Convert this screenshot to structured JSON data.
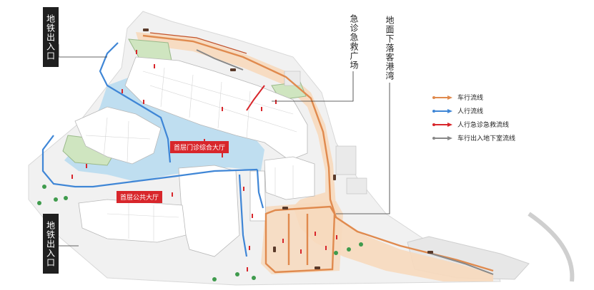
{
  "labels": {
    "metro_exit_top": "地铁出入口",
    "metro_exit_bottom": "地铁出入口",
    "emergency_plaza": "急诊急救广场",
    "drop_off_bay": "地面下落客港湾",
    "outpatient_hall": "首层门诊综合大厅",
    "public_hall": "首层公共大厅"
  },
  "legend": [
    {
      "label": "车行流线",
      "color": "#e08a4e",
      "arrow": "right"
    },
    {
      "label": "人行流线",
      "color": "#3f86d6",
      "arrow": "right"
    },
    {
      "label": "人行急诊急救流线",
      "color": "#d8262b",
      "arrow": "right"
    },
    {
      "label": "车行出入地下室流线",
      "color": "#888888",
      "arrow": "right"
    }
  ],
  "colors": {
    "vehicle": "#e08a4e",
    "pedestrian": "#3f86d6",
    "emergency": "#d8262b",
    "basement": "#888888",
    "water": "#b9dcef",
    "green": "#cfe5c0",
    "road": "#f7d9bd"
  }
}
